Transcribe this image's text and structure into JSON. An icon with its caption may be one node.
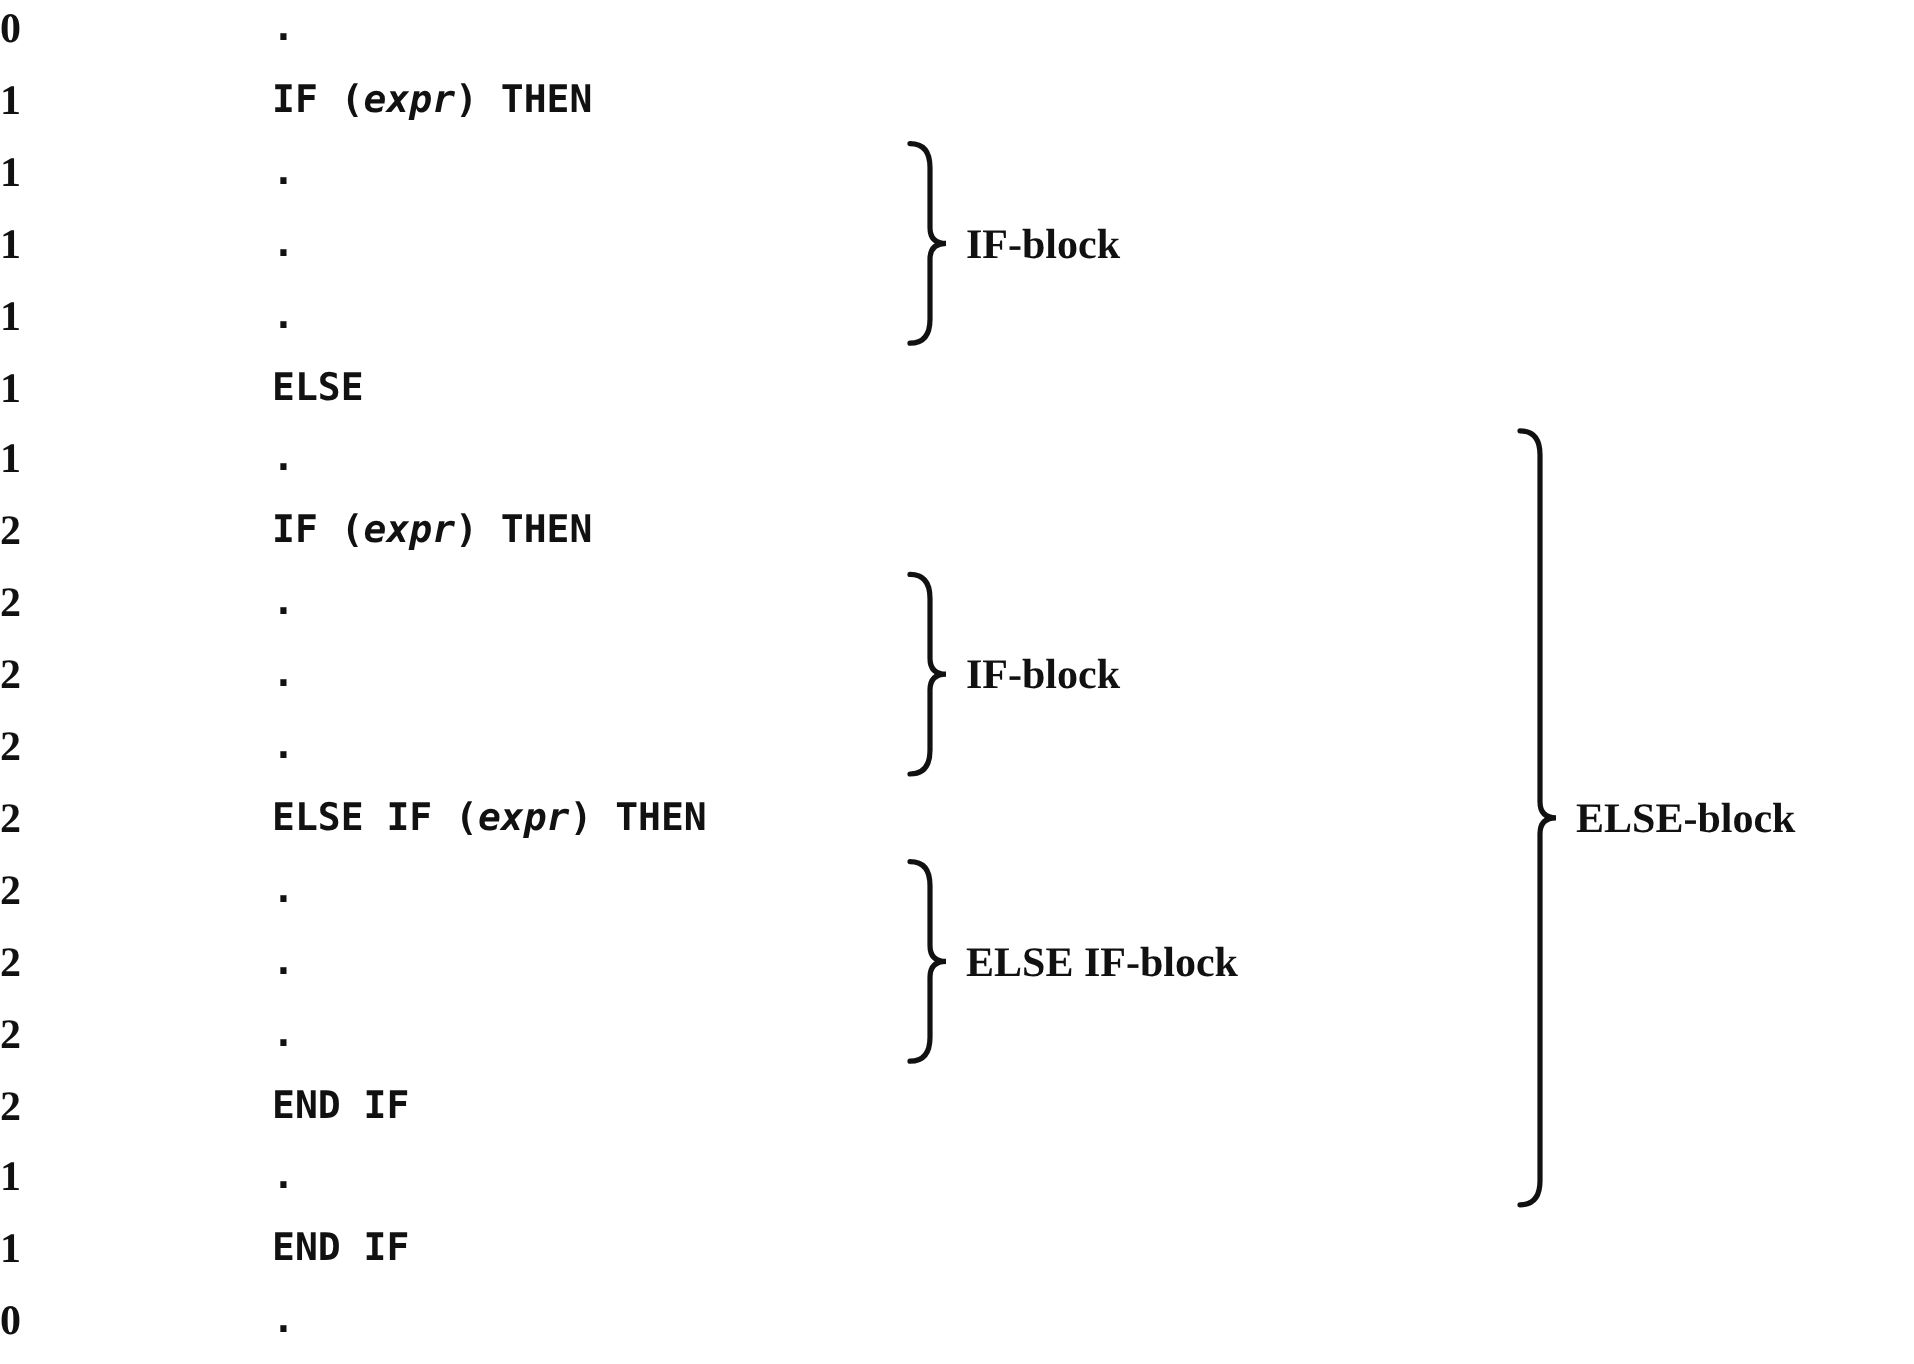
{
  "diagram": {
    "labels": [
      "0",
      ".",
      "1",
      "IF (*expr*) THEN",
      "1",
      ".",
      "1",
      ".",
      "IF-block",
      "1",
      ".",
      "1",
      "ELSE",
      "1",
      ".",
      "2",
      "IF (*expr*) THEN",
      "2",
      ".",
      "2",
      ".",
      "IF-block",
      "2",
      ".",
      "2",
      "ELSE IF (*expr*) THEN",
      "ELSE-block",
      "2",
      ".",
      "2",
      ".",
      "ELSE IF-block",
      "2",
      ".",
      "2",
      "END IF",
      "1",
      ".",
      "1",
      "END IF",
      "0",
      "."
    ]
  }
}
